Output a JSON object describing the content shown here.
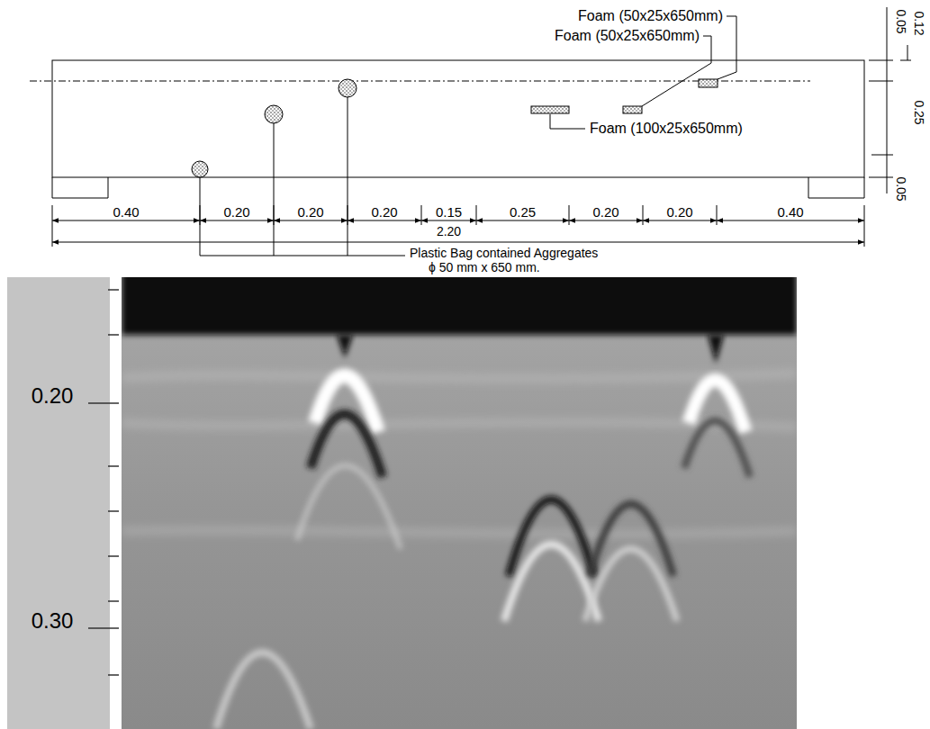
{
  "diagram": {
    "labels": [
      "Foam (50x25x650mm)",
      "Foam (50x25x650mm)",
      "Foam (100x25x650mm)",
      "0.12",
      "0.05",
      "0.25",
      "0.05",
      "0.40",
      "0.20",
      "0.20",
      "0.20",
      "0.15",
      "0.25",
      "0.20",
      "0.20",
      "0.40",
      "2.20",
      "Plastic Bag contained Aggregates",
      "ϕ 50 mm x 650 mm.",
      "0.20",
      "0.30"
    ]
  }
}
